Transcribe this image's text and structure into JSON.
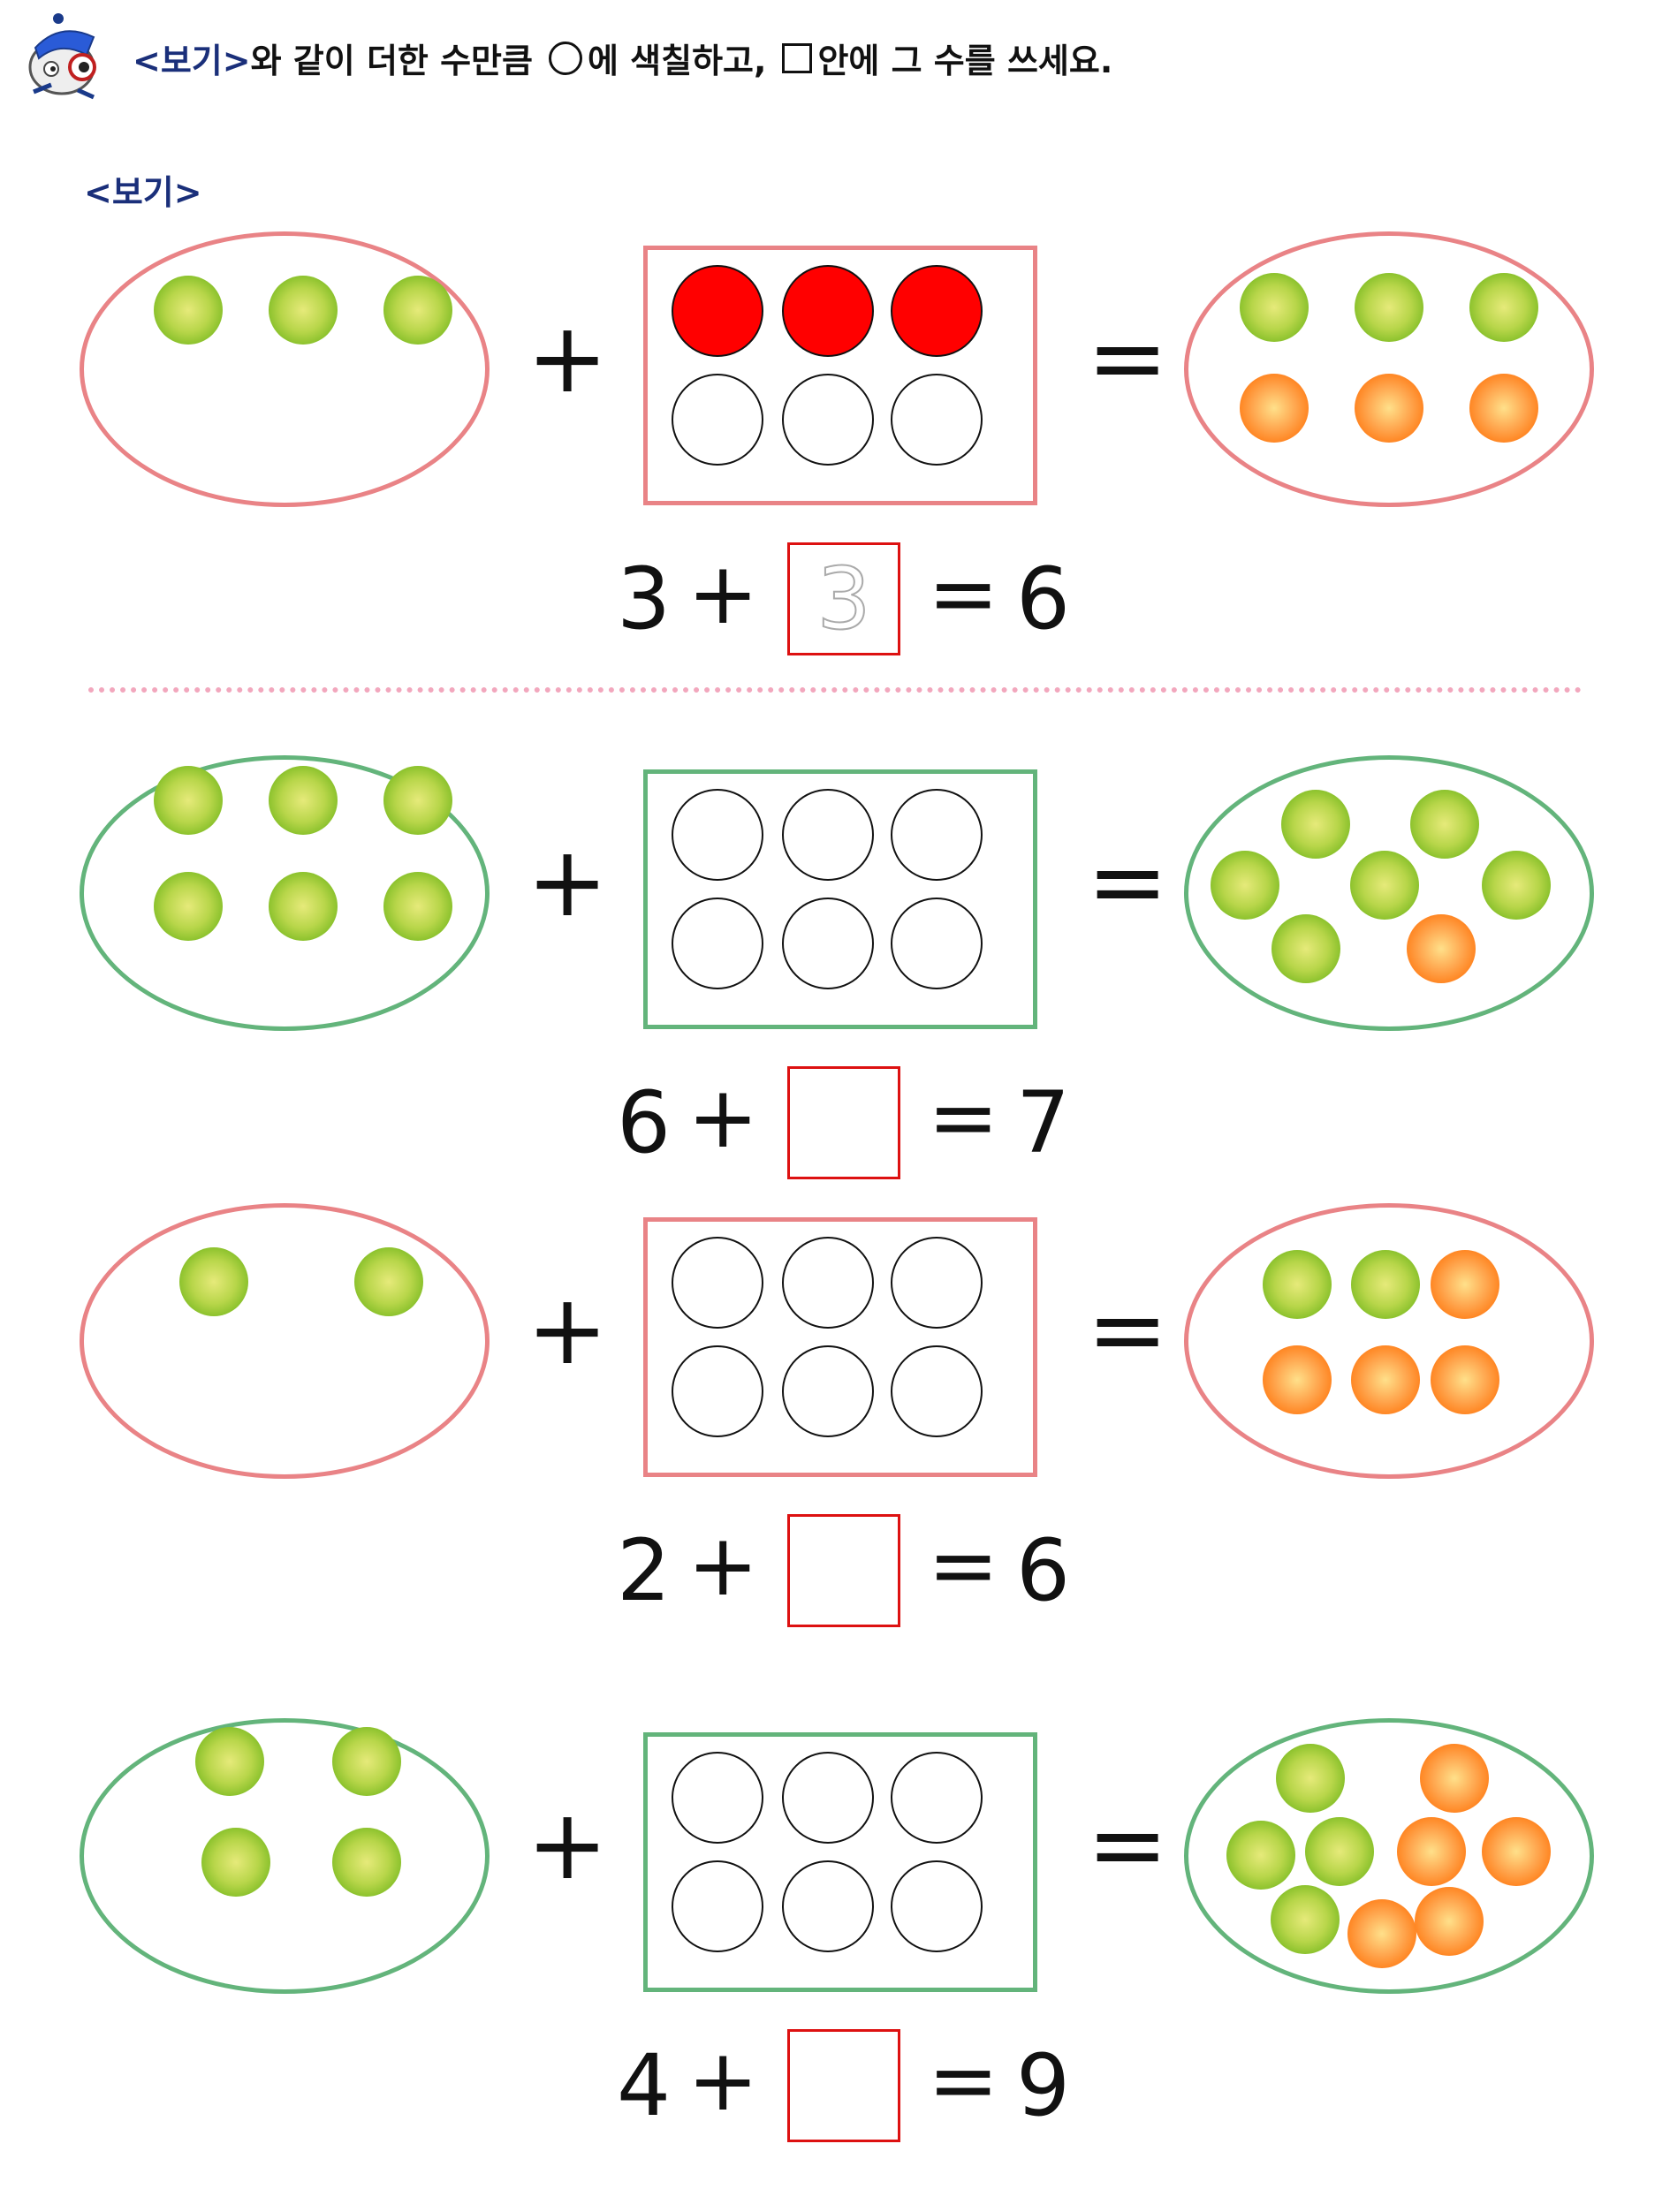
{
  "instruction": {
    "tag": "<보기>",
    "part1": "와 같이 더한 수만큼",
    "part2": "에 색칠하고,",
    "part3": "안에 그 수를 쓰세요."
  },
  "example_label": "<보기>",
  "symbols": {
    "plus": "+",
    "equals": "="
  },
  "colors": {
    "pink": "#e98386",
    "green": "#63b47b",
    "red_fill": "#ff0000",
    "answer_border": "#dd1111",
    "tag_blue": "#1a2f7a",
    "divider": "#f2a7bd"
  },
  "problems": [
    {
      "theme": "pink",
      "left_count": 3,
      "frame_filled": 3,
      "right_green": 3,
      "right_orange": 3,
      "eq": {
        "a": "3",
        "answer": "3",
        "result": "6"
      }
    },
    {
      "theme": "green",
      "left_count": 6,
      "frame_filled": 0,
      "right_green": 6,
      "right_orange": 1,
      "eq": {
        "a": "6",
        "answer": "",
        "result": "7"
      }
    },
    {
      "theme": "pink",
      "left_count": 2,
      "frame_filled": 0,
      "right_green": 2,
      "right_orange": 4,
      "eq": {
        "a": "2",
        "answer": "",
        "result": "6"
      }
    },
    {
      "theme": "green",
      "left_count": 4,
      "frame_filled": 0,
      "right_green": 4,
      "right_orange": 5,
      "eq": {
        "a": "4",
        "answer": "",
        "result": "9"
      }
    }
  ]
}
